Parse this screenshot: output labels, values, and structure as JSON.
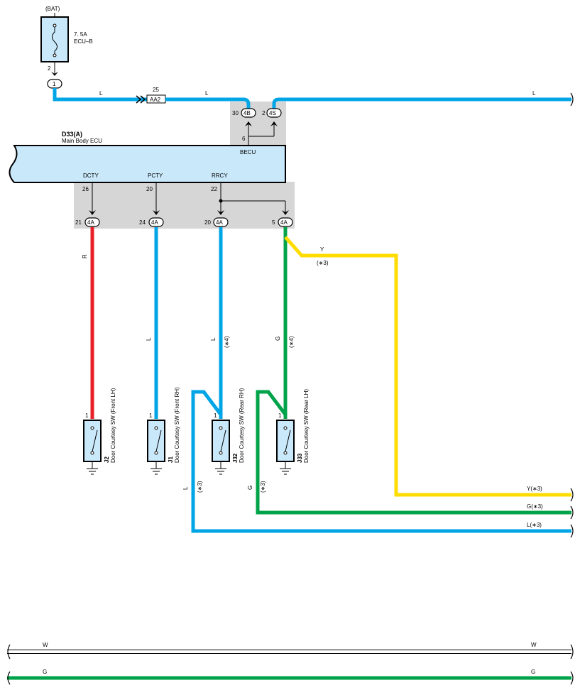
{
  "power": {
    "source": "(BAT)",
    "fuse_rating": "7. 5A",
    "fuse_name": "ECU–B",
    "fuse_pin": "2",
    "conn": "1"
  },
  "wires": {
    "L": "L",
    "R": "R",
    "Y": "Y",
    "G": "G",
    "W": "W",
    "star3": "(∗3)",
    "star4": "(∗4)",
    "y3": "Y(∗3)",
    "g3": "G(∗3)",
    "l3": "L(∗3)"
  },
  "junction": {
    "pin": "25",
    "name": "AA2"
  },
  "ecu": {
    "code": "D33(A)",
    "name": "Main Body ECU",
    "becu": "BECU",
    "becu_pin": "6",
    "terms": [
      {
        "label": "DCTY",
        "pin": "26"
      },
      {
        "label": "PCTY",
        "pin": "20"
      },
      {
        "label": "RRCY",
        "pin": "22"
      }
    ]
  },
  "connectors_top": [
    {
      "pin": "30",
      "name": "4B"
    },
    {
      "pin": "2",
      "name": "4S"
    }
  ],
  "connectors_bottom": [
    {
      "pin": "21",
      "name": "4A"
    },
    {
      "pin": "24",
      "name": "4A"
    },
    {
      "pin": "20",
      "name": "4A"
    },
    {
      "pin": "5",
      "name": "4A"
    }
  ],
  "switches": [
    {
      "code": "J2",
      "name": "Door Courtesy SW (Front LH)",
      "pin": "1"
    },
    {
      "code": "J1",
      "name": "Door Courtesy SW (Front RH)",
      "pin": "1"
    },
    {
      "code": "J32",
      "name": "Door Courtesy SW (Rear RH)",
      "pin": "1"
    },
    {
      "code": "J33",
      "name": "Door Courtesy SW (Rear LH)",
      "pin": "1"
    }
  ],
  "colors": {
    "blue": "#00a5e6",
    "red": "#e8202a",
    "green": "#00a34a",
    "yellow": "#ffdc00",
    "ecu_fill": "#c9e9fb",
    "gray": "#d6d6d6"
  }
}
